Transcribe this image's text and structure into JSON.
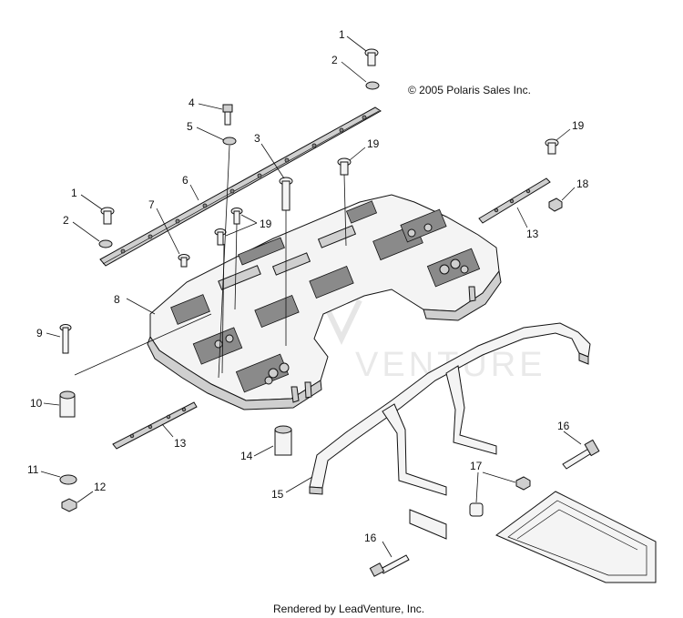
{
  "copyright": "© 2005 Polaris Sales Inc.",
  "footer": "Rendered by LeadVenture, Inc.",
  "watermark": "VENTURE",
  "callouts": [
    "1",
    "2",
    "4",
    "5",
    "3",
    "19",
    "19",
    "1",
    "2",
    "6",
    "7",
    "19",
    "18",
    "13",
    "8",
    "9",
    "10",
    "13",
    "14",
    "16",
    "15",
    "17",
    "11",
    "12",
    "16"
  ]
}
